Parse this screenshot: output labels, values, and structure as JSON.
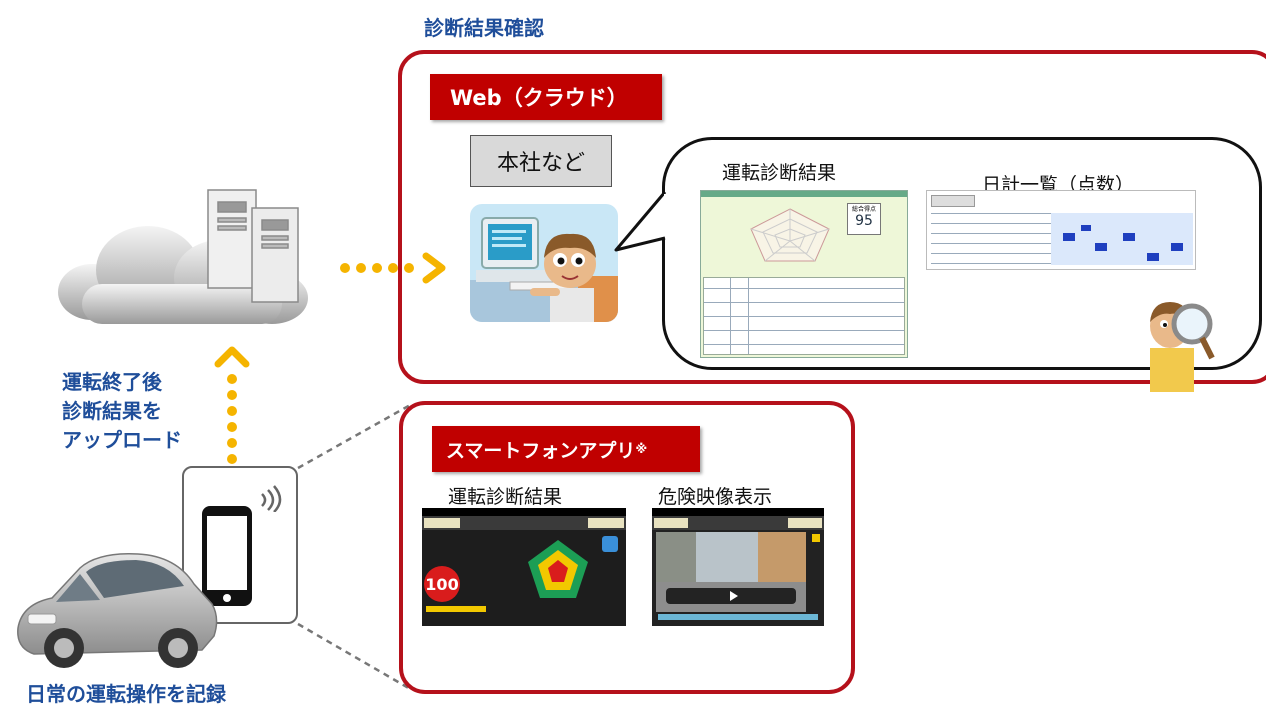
{
  "header": {
    "title": "診断結果確認"
  },
  "web_panel": {
    "label": "Web（クラウド）",
    "office_label": "本社など",
    "captions": {
      "diagnosis": "運転診断結果",
      "daily": "日計一覧（点数）"
    },
    "diagnosis_thumb": {
      "score_label": "総合得点",
      "score": "95"
    }
  },
  "app_panel": {
    "label": "スマートフォンアプリ",
    "label_mark": "※",
    "captions": {
      "diagnosis": "運転診断結果",
      "video": "危険映像表示"
    },
    "app_thumb": {
      "score": "100"
    }
  },
  "left": {
    "upload_text": [
      "運転終了後",
      "診断結果を",
      "アップロード"
    ],
    "record_text": "日常の運転操作を記録"
  },
  "colors": {
    "panel_border": "#b5111b",
    "label_bg": "#c00000",
    "arrow": "#f5b400",
    "blue_text": "#1f4e9a"
  }
}
